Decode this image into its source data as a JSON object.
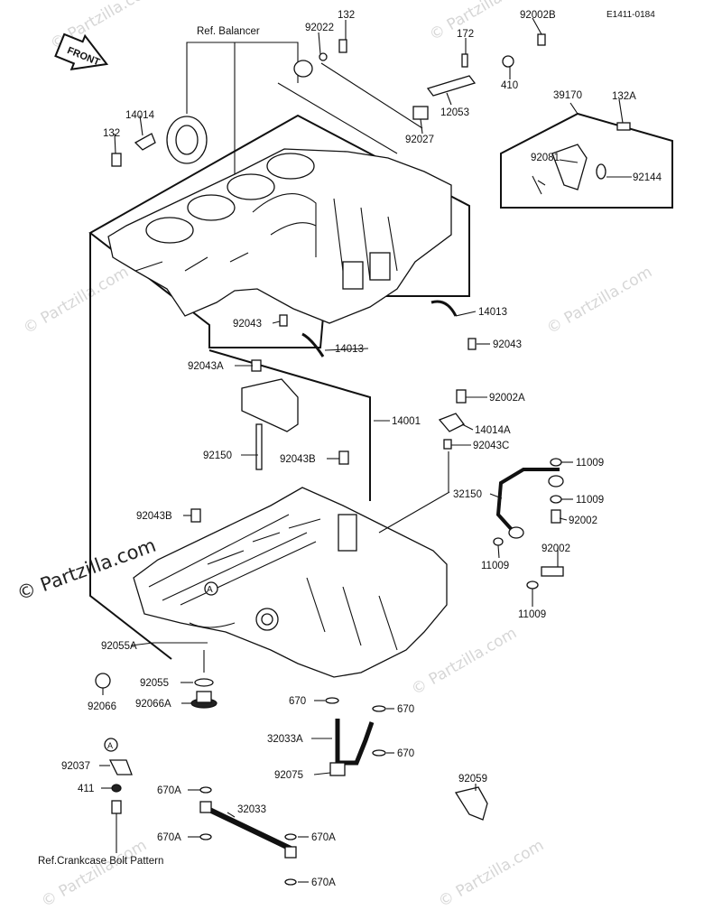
{
  "header": {
    "code": "E1411-0184",
    "front_label": "FRONT"
  },
  "watermark": {
    "text": "© Partzilla.com"
  },
  "callouts": {
    "ref_balancer": "Ref. Balancer",
    "ref_crankcase": "Ref.Crankcase Bolt Pattern",
    "circle_a": "A"
  },
  "parts": {
    "p132_top": "132",
    "p92022": "92022",
    "p92002B": "92002B",
    "p172": "172",
    "p410": "410",
    "p12053": "12053",
    "p92027": "92027",
    "p39170": "39170",
    "p132A": "132A",
    "p92081": "92081",
    "p92144": "92144",
    "p14014": "14014",
    "p132_left": "132",
    "p92043_a": "92043",
    "p14013_a": "14013",
    "p14013_b": "14013",
    "p92043_b": "92043",
    "p92043A": "92043A",
    "p92002A": "92002A",
    "p14001": "14001",
    "p14014A": "14014A",
    "p92043C": "92043C",
    "p92150": "92150",
    "p92043B_a": "92043B",
    "p11009_a": "11009",
    "p32150": "32150",
    "p11009_b": "11009",
    "p92043B_b": "92043B",
    "p92002_a": "92002",
    "p11009_c": "11009",
    "p92002_b": "92002",
    "p11009_d": "11009",
    "p92055A": "92055A",
    "p92055": "92055",
    "p92066": "92066",
    "p92066A": "92066A",
    "p670_a": "670",
    "p670_b": "670",
    "p32033A": "32033A",
    "p670_c": "670",
    "p92075": "92075",
    "p92037": "92037",
    "p411": "411",
    "p92059": "92059",
    "p670A_a": "670A",
    "p32033": "32033",
    "p670A_b": "670A",
    "p670A_c": "670A",
    "p670A_d": "670A"
  }
}
